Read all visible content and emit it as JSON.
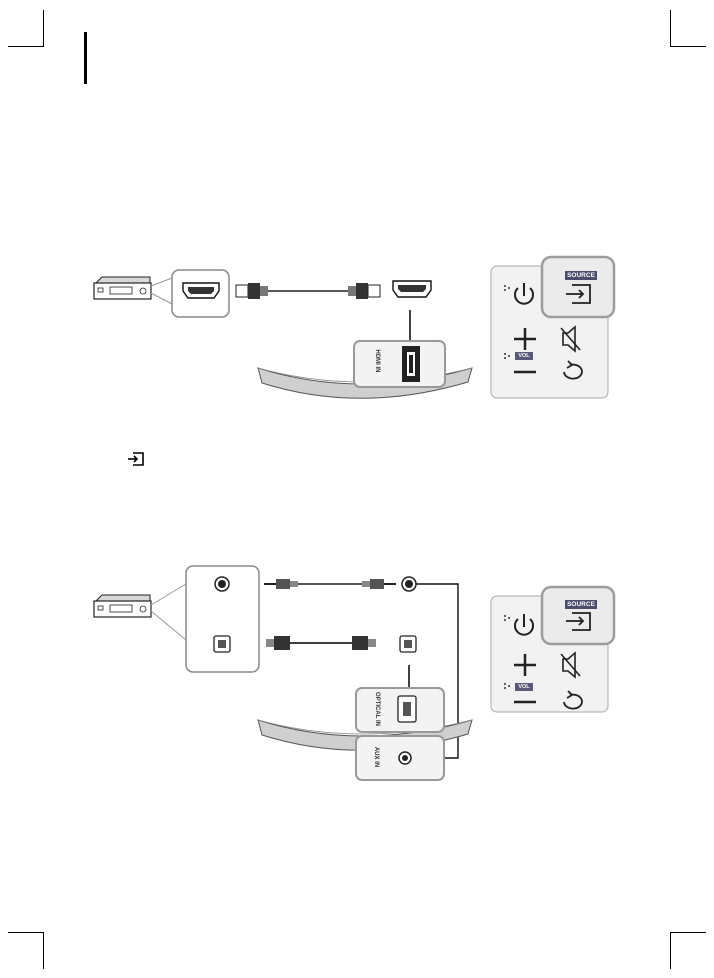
{
  "diagram_hdmi": {
    "remote_source_label": "SOURCE",
    "remote_vol_label": "VOL",
    "port_label": "HDMI IN"
  },
  "diagram_audio": {
    "remote_source_label": "SOURCE",
    "remote_vol_label": "VOL",
    "optical_port_label": "OPTICAL IN",
    "aux_port_label": "AUX IN"
  },
  "colors": {
    "highlight_box": "#9c9c9c",
    "highlight_fill": "#ebebeb",
    "panel_fill": "#f2f2f2",
    "vol_badge": "#5a5a78",
    "source_badge": "#4c4c6c"
  },
  "icons": [
    "source-icon",
    "power-icon",
    "plus-icon",
    "minus-icon",
    "mute-icon",
    "repeat-icon",
    "bd-player-icon",
    "hdmi-port-icon",
    "optical-port-icon",
    "aux-jack-icon"
  ]
}
